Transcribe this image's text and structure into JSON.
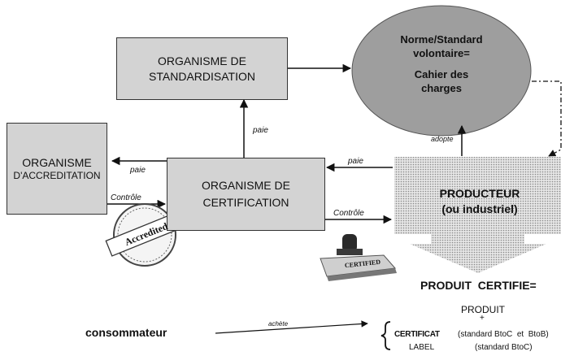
{
  "boxes": {
    "standardisation": {
      "line1": "ORGANISME DE",
      "line2": "STANDARDISATION"
    },
    "accreditation": {
      "line1": "ORGANISME",
      "line2": "D'ACCREDITATION"
    },
    "certification": {
      "line1": "ORGANISME DE",
      "line2": "CERTIFICATION"
    },
    "norme": {
      "line1": "Norme/Standard",
      "line2": "volontaire=",
      "line3": "Cahier des",
      "line4": "charges"
    },
    "producteur": {
      "line1": "PRODUCTEUR",
      "line2": "(ou industriel)"
    }
  },
  "edges": {
    "paie_cert_to_std": "paie",
    "paie_cert_to_accr": "paie",
    "controle_accr_to_cert": "Contrôle",
    "paie_prod_to_cert": "paie",
    "controle_cert_to_prod": "Contrôle",
    "adopte": "adopte",
    "achete": "achète"
  },
  "stamps": {
    "accredited": "Accredited",
    "certified": "CERTIFIED"
  },
  "bottom": {
    "produit_certifie": "PRODUIT  CERTIFIE=",
    "produit": "PRODUIT",
    "plus": "+",
    "certificat": "CERTIFICAT",
    "certificat_desc": "(standard BtoC  et  BtoB)",
    "label": "LABEL",
    "label_desc": "(standard BtoC)",
    "consommateur": "consommateur"
  },
  "colors": {
    "box_fill": "#d3d3d3",
    "ellipse_fill": "#9e9e9e",
    "dotted_fill": "#bdbdbd"
  }
}
